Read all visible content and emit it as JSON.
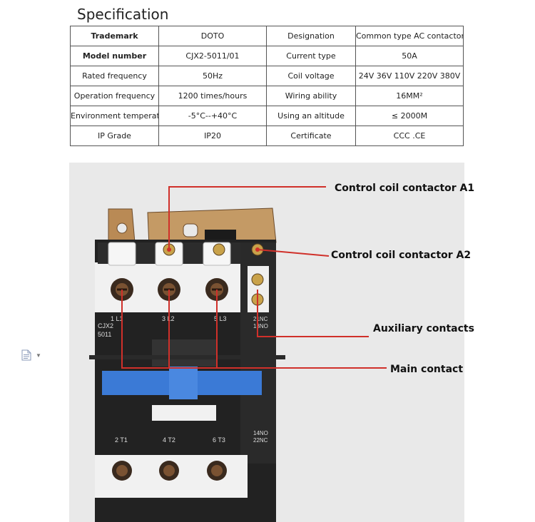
{
  "spec": {
    "title": "Specification",
    "rows": [
      [
        {
          "t": "Trademark",
          "k": true
        },
        {
          "t": "DOTO"
        },
        {
          "t": "Designation"
        },
        {
          "t": "Common type AC contactor"
        }
      ],
      [
        {
          "t": "Model number",
          "k": true
        },
        {
          "t": "CJX2-5011/01"
        },
        {
          "t": "Current type"
        },
        {
          "t": "50A"
        }
      ],
      [
        {
          "t": "Rated frequency"
        },
        {
          "t": "50Hz"
        },
        {
          "t": "Coil voltage"
        },
        {
          "t": "24V 36V 110V 220V 380V"
        }
      ],
      [
        {
          "t": "Operation frequency"
        },
        {
          "t": "1200 times/hours"
        },
        {
          "t": "Wiring ability"
        },
        {
          "t": "16MM²"
        }
      ],
      [
        {
          "t": "Environment temperature"
        },
        {
          "t": "-5°C--+40°C"
        },
        {
          "t": "Using an altitude"
        },
        {
          "t": "≤ 2000M"
        }
      ],
      [
        {
          "t": "IP Grade"
        },
        {
          "t": "IP20"
        },
        {
          "t": "Certificate"
        },
        {
          "t": "CCC .CE"
        }
      ]
    ]
  },
  "callouts": {
    "a1": "Control coil contactor A1",
    "a2": "Control coil contactor A2",
    "aux": "Auxiliary contacts",
    "main": "Main contact"
  },
  "device": {
    "model_l1": "CJX2",
    "model_l2": "5011",
    "top_l1": "1 L1",
    "top_l2": "3 L2",
    "top_l3": "5 L3",
    "aux_top_1": "21NC",
    "aux_top_2": "13NO",
    "bot_t1": "2 T1",
    "bot_t2": "4 T2",
    "bot_t3": "6 T3",
    "aux_bot_1": "14NO",
    "aux_bot_2": "22NC"
  },
  "colors": {
    "body": "#222222",
    "cover": "#f1f1f1",
    "actuator": "#3b7ad6",
    "callout_line": "#d0302a"
  },
  "icons": [
    "document-icon",
    "dropdown-arrow-icon"
  ]
}
